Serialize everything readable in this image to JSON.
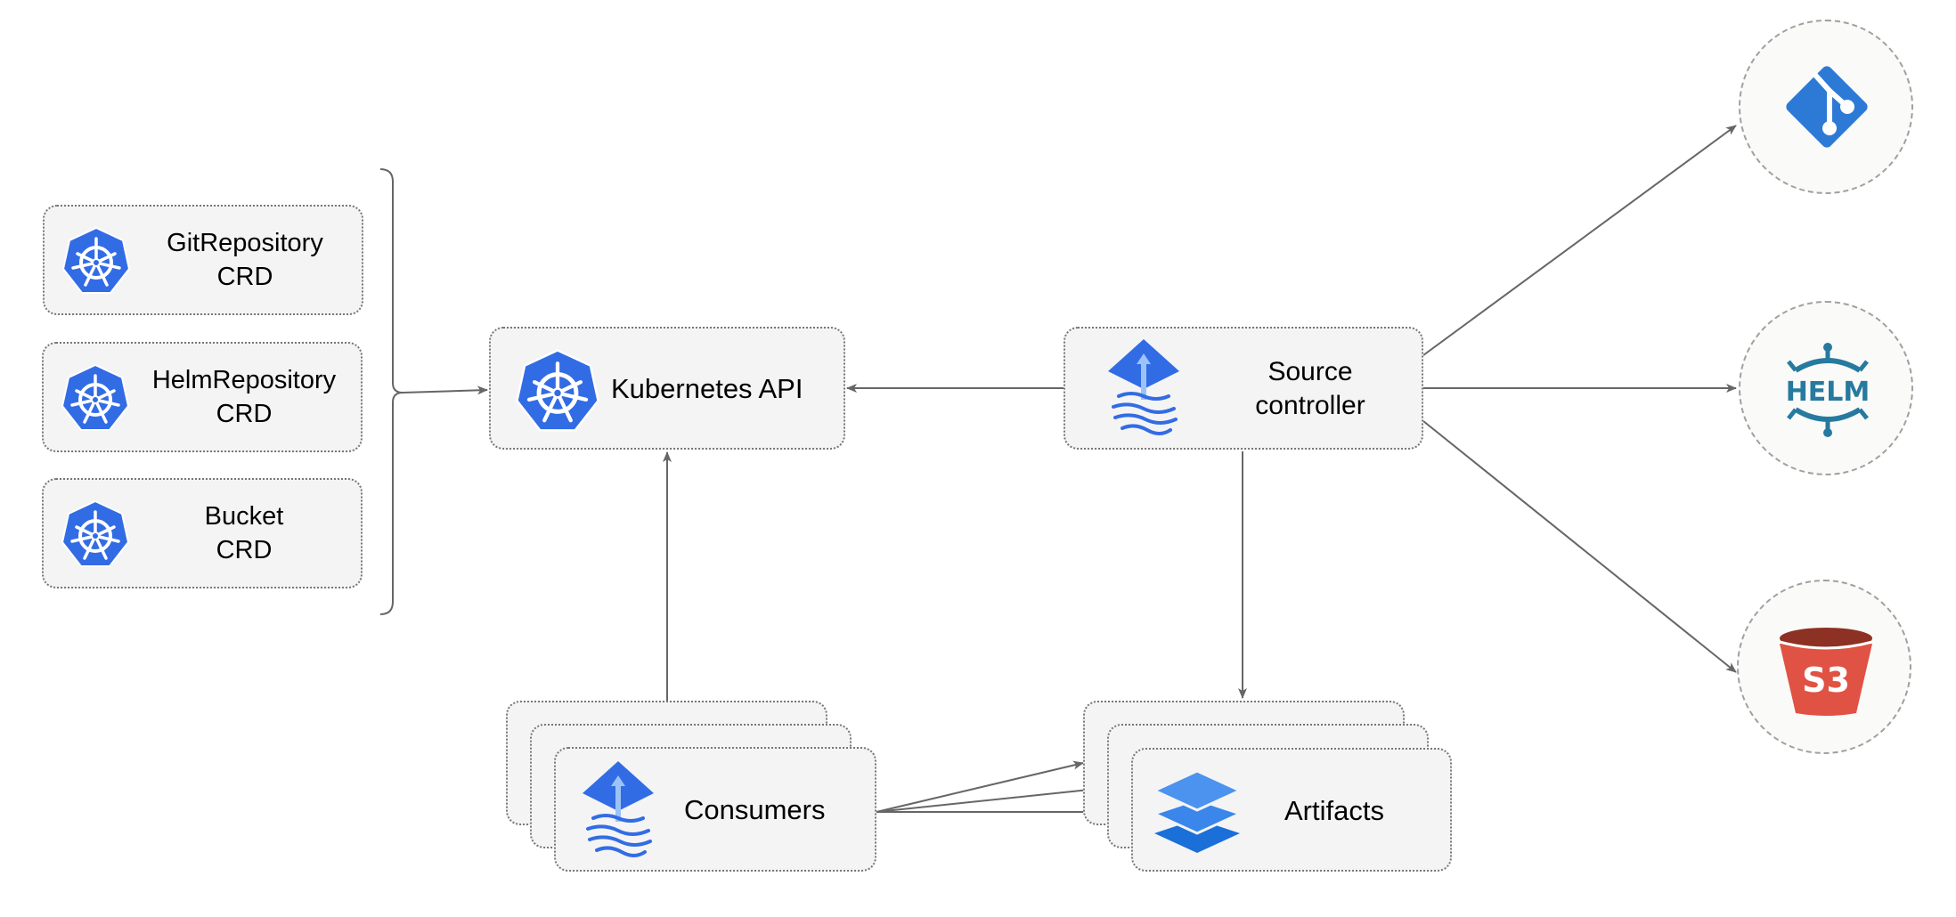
{
  "crds": [
    {
      "line1": "GitRepository",
      "line2": "CRD"
    },
    {
      "line1": "HelmRepository",
      "line2": "CRD"
    },
    {
      "line1": "Bucket",
      "line2": "CRD"
    }
  ],
  "kubernetes_api": {
    "label": "Kubernetes API"
  },
  "source_controller": {
    "line1": "Source",
    "line2": "controller"
  },
  "consumers": {
    "label": "Consumers"
  },
  "artifacts": {
    "label": "Artifacts"
  },
  "sources": {
    "helm_logo": "HELM",
    "s3_logo": "S3"
  },
  "colors": {
    "k8s_blue": "#326ce5",
    "git_blue": "#2d7ad6",
    "helm_blue": "#277a9f",
    "s3_red": "#e05243",
    "s3_dark": "#8c3123",
    "arrow": "#666666",
    "box_fill": "#f4f4f4"
  }
}
